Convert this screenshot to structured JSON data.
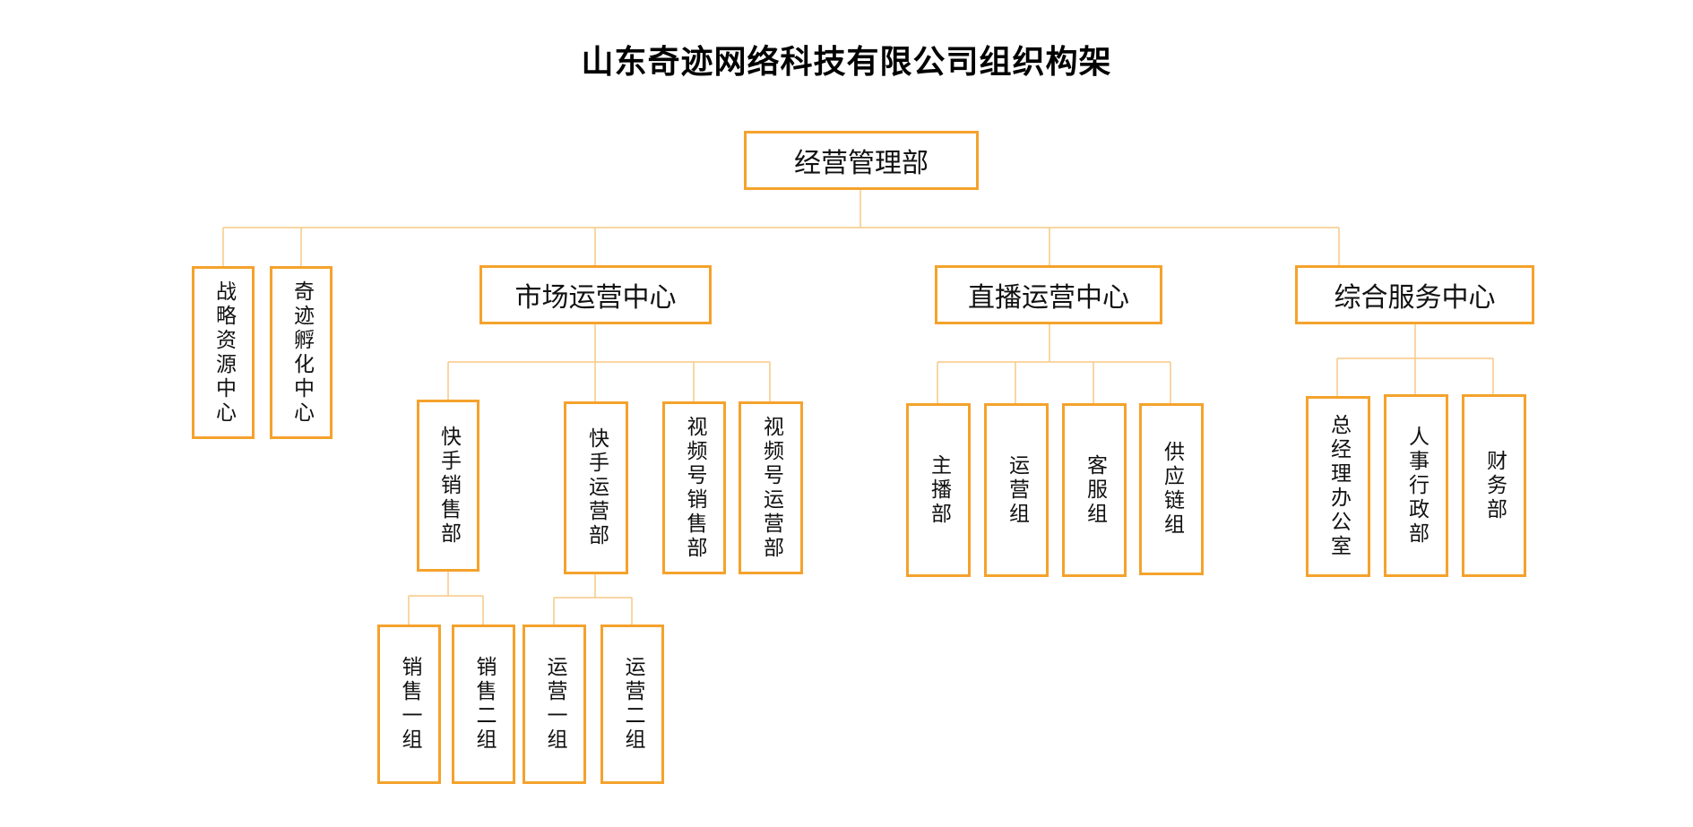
{
  "title": "山东奇迹网络科技有限公司组织构架",
  "colors": {
    "border": "#f4a22c",
    "connector": "#f7c886",
    "text": "#111111"
  },
  "nodes": {
    "root": "经营管理部",
    "strategy": "战略资源中心",
    "incubation": "奇迹孵化中心",
    "market": "市场运营中心",
    "live": "直播运营中心",
    "service": "综合服务中心",
    "ks_sales": "快手销售部",
    "ks_ops": "快手运营部",
    "wx_sales": "视频号销售部",
    "wx_ops": "视频号运营部",
    "sales1": "销售一组",
    "sales2": "销售二组",
    "ops1": "运营一组",
    "ops2": "运营二组",
    "anchor": "主播部",
    "live_ops": "运营组",
    "cs": "客服组",
    "supply": "供应链组",
    "gm_office": "总经理办公室",
    "hr": "人事行政部",
    "finance": "财务部"
  }
}
